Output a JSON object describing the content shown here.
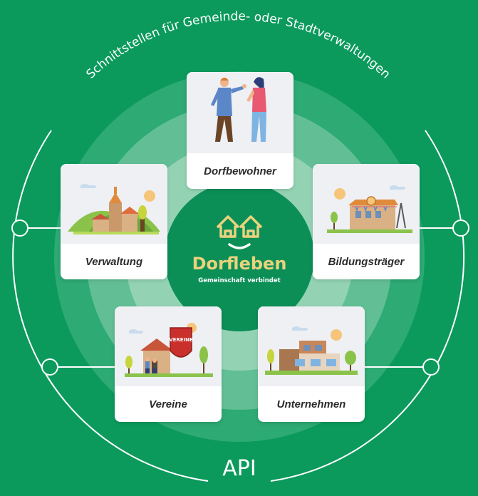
{
  "arc_title": "Schnittstellen für Gemeinde- oder Stadtverwaltungen",
  "api_label": "API",
  "brand": {
    "name": "Dorfleben",
    "tagline": "Gemeinschaft verbindet",
    "accent_color": "#ead27d"
  },
  "cards": {
    "dorfbewohner": "Dorfbewohner",
    "verwaltung": "Verwaltung",
    "bildung": "Bildungsträger",
    "vereine": "Vereine",
    "unternehmen": "Unternehmen"
  },
  "shield_text": "VEREINE",
  "colors": {
    "background": "#0b9a5c",
    "ring_1": "#2eaa74",
    "ring_2": "#62bf95",
    "ring_3": "#93d3b4",
    "center_circle": "#0b8f57"
  }
}
